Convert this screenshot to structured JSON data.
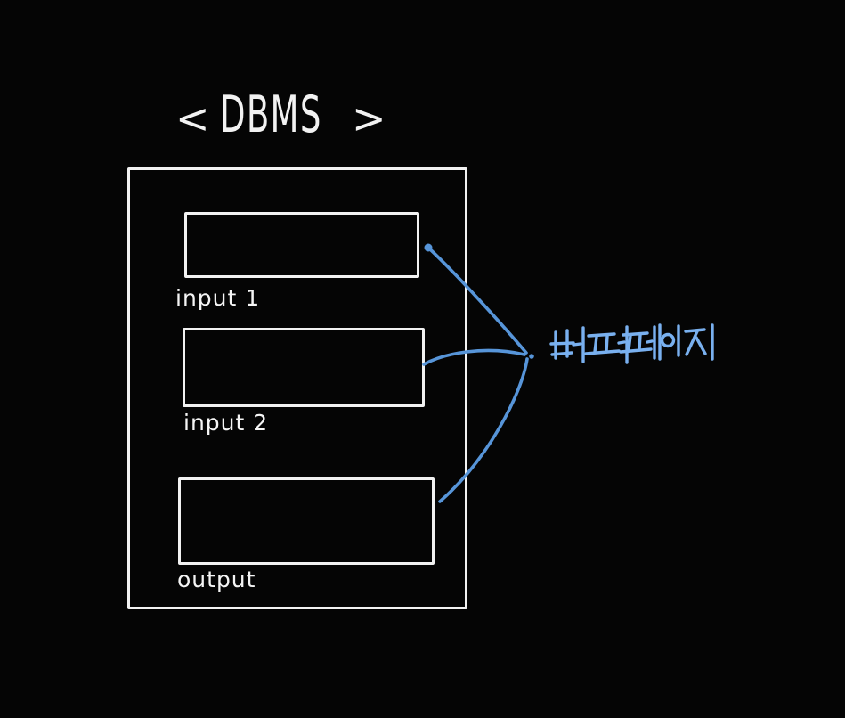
{
  "colors": {
    "background": "#050505",
    "ink_white": "#f2f2f2",
    "arrow_blue": "#5795d9",
    "annotation_blue": "#79b0ef"
  },
  "title": {
    "open_bracket": "<",
    "text": "DBMS",
    "close_bracket": ">"
  },
  "diagram": {
    "container": "DBMS",
    "pages": [
      {
        "label": "input 1"
      },
      {
        "label": "input 2"
      },
      {
        "label": "output"
      }
    ],
    "annotation": {
      "text": "버퍼 페이지"
    }
  }
}
